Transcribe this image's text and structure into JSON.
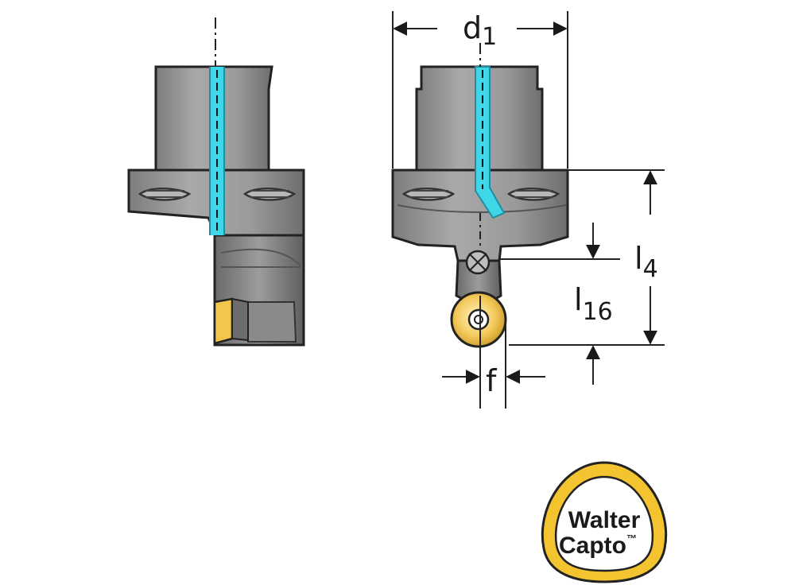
{
  "dimensions": {
    "d1": {
      "main": "d",
      "sub": "1"
    },
    "l4": {
      "main": "l",
      "sub": "4"
    },
    "l16": {
      "main": "l",
      "sub": "16"
    },
    "f": {
      "main": "f"
    }
  },
  "logo": {
    "line1": "Walter",
    "line2": "Capto",
    "tm": "™"
  },
  "colors": {
    "body": "#8f8f8f",
    "body_light": "#bdbdbd",
    "coolant": "#3fd6e8",
    "insert": "#f2c64a",
    "logo_ring": "#f3c430"
  }
}
